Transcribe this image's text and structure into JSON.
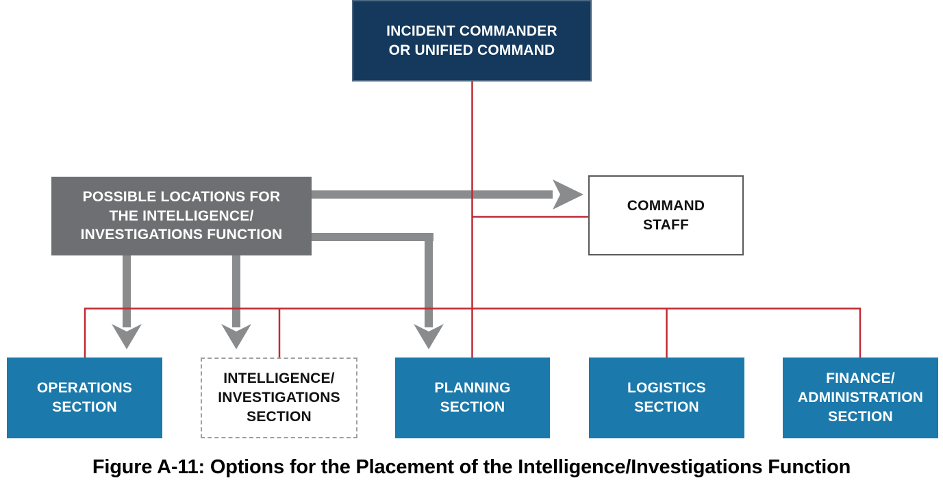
{
  "colors": {
    "navy": "#14395c",
    "section_blue": "#1b79ab",
    "gray_box": "#6e6f72",
    "arrow_gray": "#8a8b8d",
    "red": "#c02a33",
    "dashed_border": "#9d9fa2",
    "command_border": "#58595b"
  },
  "nodes": {
    "incident_commander": {
      "label": "INCIDENT COMMANDER\nOR UNIFIED COMMAND"
    },
    "possible_locations": {
      "label": "POSSIBLE LOCATIONS FOR\nTHE INTELLIGENCE/\nINVESTIGATIONS FUNCTION"
    },
    "command_staff": {
      "label": "COMMAND\nSTAFF"
    },
    "operations": {
      "label": "OPERATIONS\nSECTION"
    },
    "intelligence_investigations": {
      "label": "INTELLIGENCE/\nINVESTIGATIONS\nSECTION"
    },
    "planning": {
      "label": "PLANNING\nSECTION"
    },
    "logistics": {
      "label": "LOGISTICS\nSECTION"
    },
    "finance_administration": {
      "label": "FINANCE/\nADMINISTRATION\nSECTION"
    }
  },
  "caption": "Figure A-11: Options for the Placement of the Intelligence/Investigations Function"
}
